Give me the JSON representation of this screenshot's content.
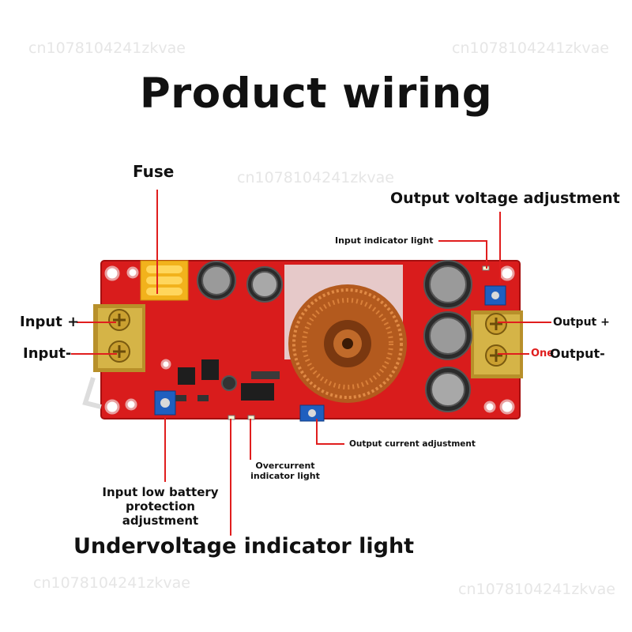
{
  "title": "Product wiring",
  "watermark": "cn1078104241zkvae",
  "labels": {
    "fuse": "Fuse",
    "output_voltage_adjustment": "Output voltage adjustment",
    "input_indicator_light": "Input indicator light",
    "input_plus": "Input +",
    "input_minus": "Input-",
    "output_plus": "Output +",
    "output_minus": "Output-",
    "output_minus_prefix": "One",
    "output_current_adjustment": "Output current adjustment",
    "overcurrent_indicator_light": "Overcurrent indicator light",
    "input_low_battery": "Input low battery protection adjustment",
    "undervoltage_indicator_light": "Undervoltage indicator light"
  },
  "colors": {
    "board": "#d91c1c",
    "leader": "#e01e1e",
    "terminal": "#c9a227",
    "fuse": "#f2b21c",
    "trimpot": "#1f5fbf"
  }
}
